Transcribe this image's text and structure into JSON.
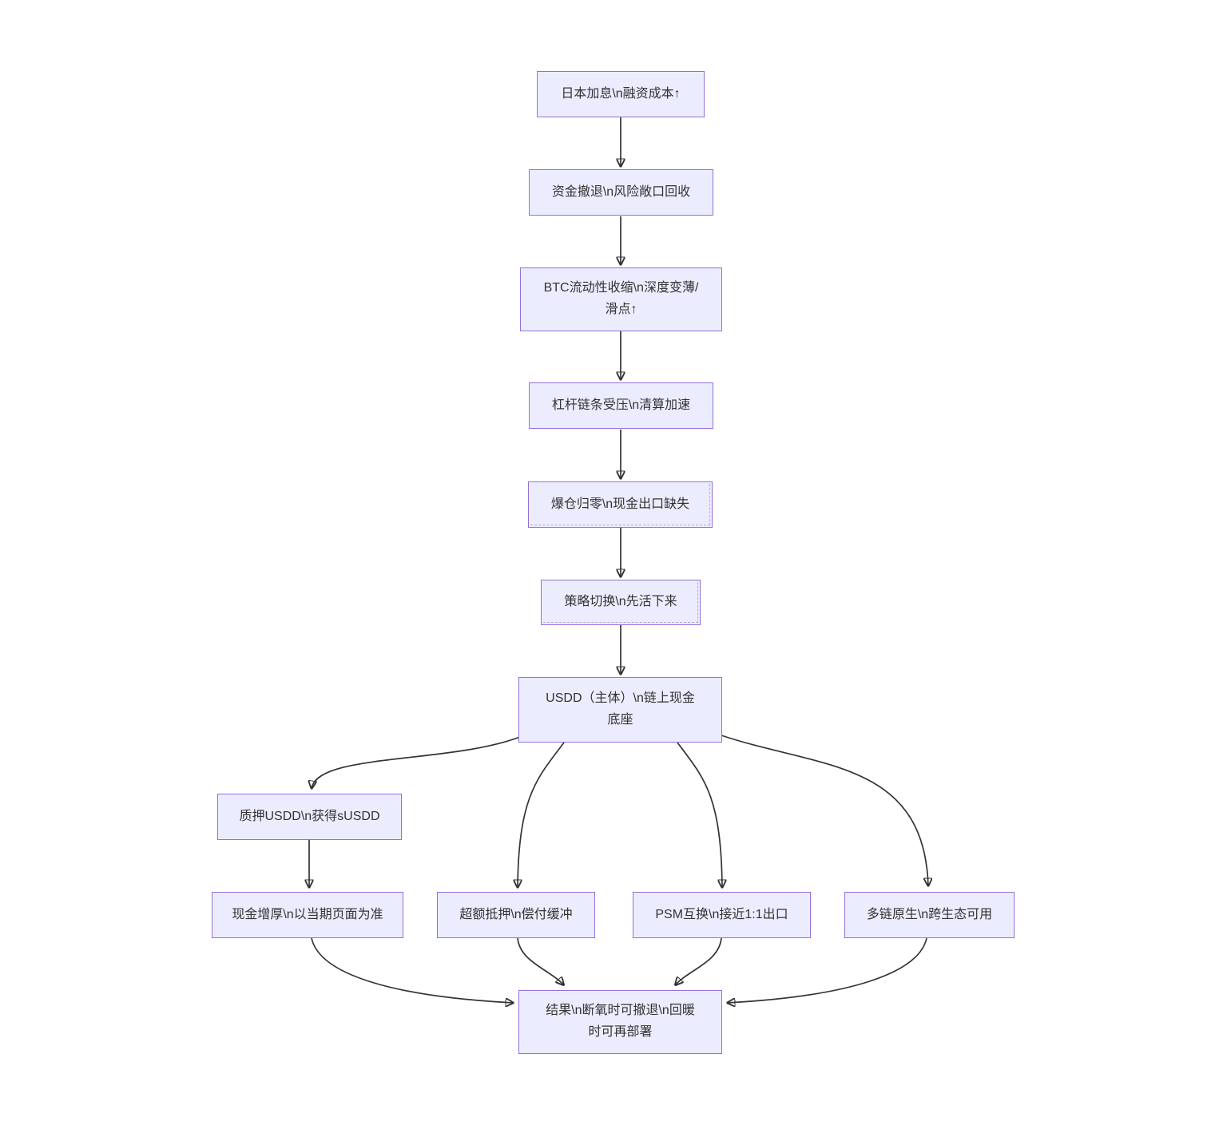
{
  "diagram": {
    "type": "flowchart",
    "direction": "top-down",
    "background_color": "#ffffff",
    "node_fill_color": "#ECECFF",
    "node_border_color": "#9370DB",
    "edge_color": "#333333",
    "text_color": "#333333"
  },
  "nodes": [
    {
      "id": "japan-rate-hike",
      "label": "日本加息\\n融资成本↑",
      "lines": [
        "日本加息\\n融资成本↑"
      ]
    },
    {
      "id": "capital-retreat",
      "label": "资金撤退\\n风险敞口回收",
      "lines": [
        "资金撤退\\n风险敞口回收"
      ]
    },
    {
      "id": "btc-liquidity",
      "label": "BTC流动性收缩\\n深度变薄/滑点↑",
      "lines": [
        "BTC流动性收缩\\n深度变薄/",
        "滑点↑"
      ]
    },
    {
      "id": "leverage-chain",
      "label": "杠杆链条受压\\n清算加速",
      "lines": [
        "杠杆链条受压\\n清算加速"
      ]
    },
    {
      "id": "liquidation-zero",
      "label": "爆仓归零\\n现金出口缺失",
      "lines": [
        "爆仓归零\\n现金出口缺失"
      ]
    },
    {
      "id": "strategy-switch",
      "label": "策略切换\\n先活下来",
      "lines": [
        "策略切换\\n先活下来"
      ]
    },
    {
      "id": "usdd-base",
      "label": "USDD（主体）\\n链上现金底座",
      "lines": [
        "USDD（主体）\\n链上现金",
        "底座"
      ]
    },
    {
      "id": "stake-usdd",
      "label": "质押USDD\\n获得sUSDD",
      "lines": [
        "质押USDD\\n获得sUSDD"
      ]
    },
    {
      "id": "cash-yield",
      "label": "现金增厚\\n以当期页面为准",
      "lines": [
        "现金增厚\\n以当期页面为准"
      ]
    },
    {
      "id": "overcollateral",
      "label": "超额抵押\\n偿付缓冲",
      "lines": [
        "超额抵押\\n偿付缓冲"
      ]
    },
    {
      "id": "psm-swap",
      "label": "PSM互换\\n接近1:1出口",
      "lines": [
        "PSM互换\\n接近1:1出口"
      ]
    },
    {
      "id": "multichain",
      "label": "多链原生\\n跨生态可用",
      "lines": [
        "多链原生\\n跨生态可用"
      ]
    },
    {
      "id": "result",
      "label": "结果\\n断氧时可撤退\\n回暖时可再部署",
      "lines": [
        "结果\\n断氧时可撤退\\n回暖",
        "时可再部署"
      ]
    }
  ],
  "edges": [
    {
      "from": "japan-rate-hike",
      "to": "capital-retreat"
    },
    {
      "from": "capital-retreat",
      "to": "btc-liquidity"
    },
    {
      "from": "btc-liquidity",
      "to": "leverage-chain"
    },
    {
      "from": "leverage-chain",
      "to": "liquidation-zero"
    },
    {
      "from": "liquidation-zero",
      "to": "strategy-switch"
    },
    {
      "from": "strategy-switch",
      "to": "usdd-base"
    },
    {
      "from": "usdd-base",
      "to": "stake-usdd"
    },
    {
      "from": "usdd-base",
      "to": "overcollateral"
    },
    {
      "from": "usdd-base",
      "to": "psm-swap"
    },
    {
      "from": "usdd-base",
      "to": "multichain"
    },
    {
      "from": "stake-usdd",
      "to": "cash-yield"
    },
    {
      "from": "cash-yield",
      "to": "result"
    },
    {
      "from": "overcollateral",
      "to": "result"
    },
    {
      "from": "psm-swap",
      "to": "result"
    },
    {
      "from": "multichain",
      "to": "result"
    }
  ]
}
